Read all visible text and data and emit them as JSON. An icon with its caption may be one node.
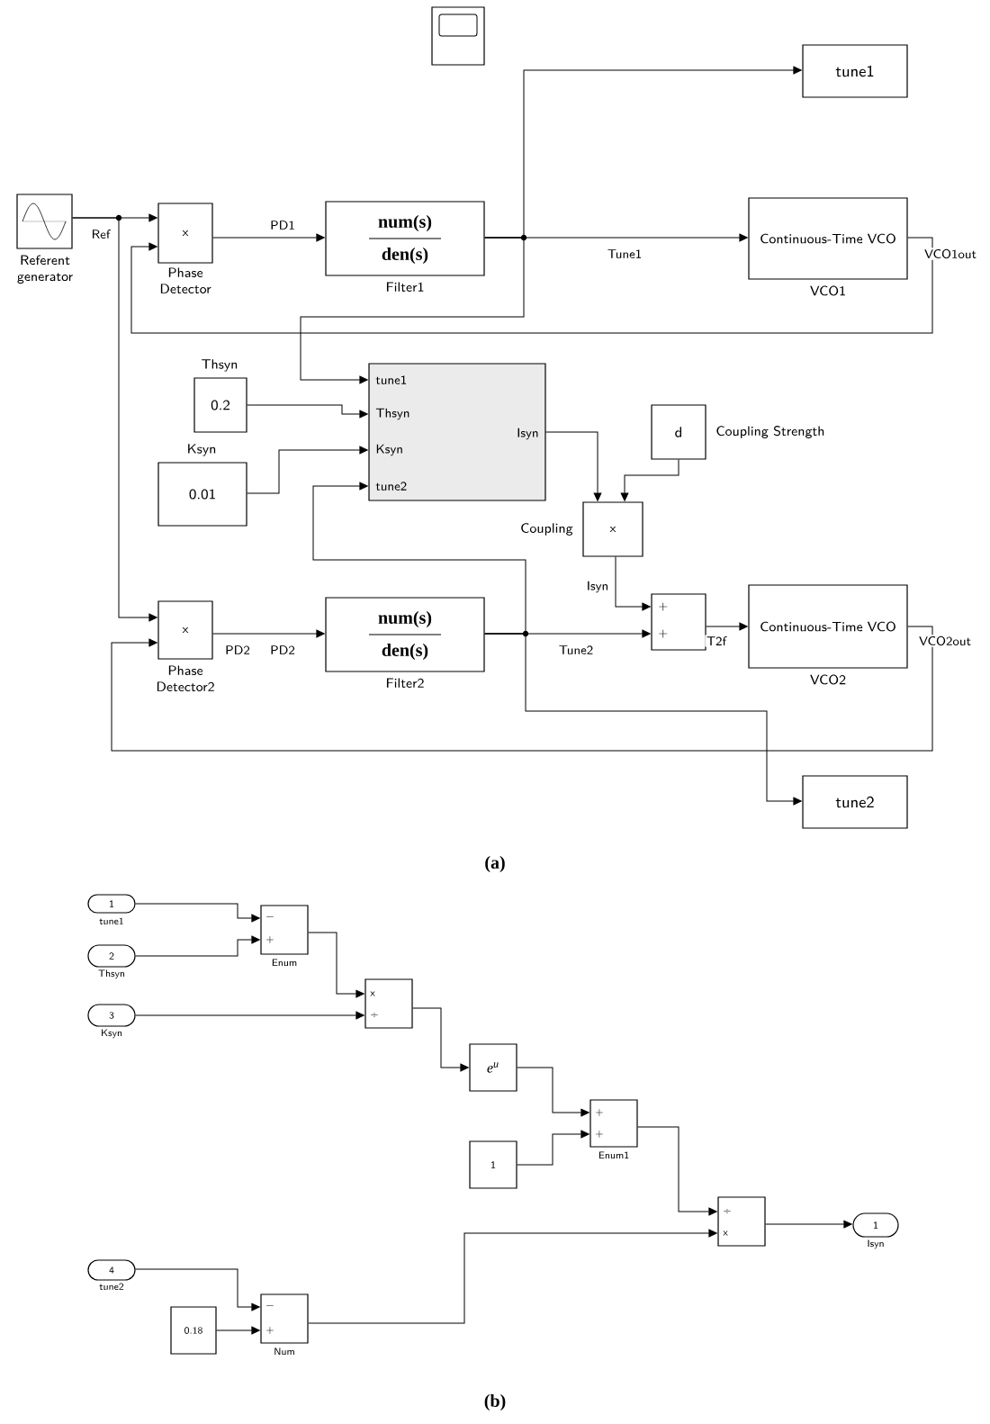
{
  "diagram": {
    "nodes": [
      {
        "text": [],
        "shape": "box"
      },
      {
        "text": [
          "tune1"
        ]
      },
      {
        "text": [
          "Referent generator"
        ]
      },
      {
        "text": [
          "x",
          "Phase Detector"
        ]
      },
      {
        "text": [
          "num(s)",
          "den(s)",
          "Filter1"
        ]
      },
      {
        "text": [
          "Continuous-Time VCO",
          "VCO1"
        ]
      },
      {
        "text": [
          "tune1",
          "Thsyn",
          "Ksyn",
          "tune2",
          "Isyn"
        ]
      },
      {
        "text": [
          "Thsyn",
          "0.2"
        ]
      },
      {
        "text": [
          "Ksyn",
          "0.01"
        ]
      },
      {
        "text": [
          "d",
          "Coupling Strength"
        ]
      },
      {
        "text": [
          "Coupling",
          "x"
        ]
      },
      {
        "text": [
          "x",
          "Phase Detector2"
        ]
      },
      {
        "text": [
          "num(s)",
          "den(s)",
          "Filter2"
        ]
      },
      {
        "text": [
          "+",
          "+"
        ]
      },
      {
        "text": [
          "Continuous-Time VCO",
          "VCO2"
        ]
      },
      {
        "text": [
          "tune2"
        ]
      },
      {
        "text": [
          "1",
          "tune1"
        ]
      },
      {
        "text": [
          "−",
          "+",
          "Enum"
        ]
      },
      {
        "text": [
          "2",
          "Thsyn"
        ]
      },
      {
        "text": [
          "x",
          "÷"
        ]
      },
      {
        "text": [
          "3",
          "Ksyn"
        ]
      },
      {
        "text": [
          "e$^{u}$"
        ]
      },
      {
        "text": [
          "+",
          "+",
          "Enum1"
        ]
      },
      {
        "text": [
          "1"
        ]
      },
      {
        "text": [
          "÷",
          "x"
        ]
      },
      {
        "text": [
          "1",
          "Isyn"
        ]
      },
      {
        "text": [
          "4",
          "tune2"
        ]
      },
      {
        "text": [
          "0.18"
        ]
      },
      {
        "text": [
          "−",
          "+",
          "Num"
        ]
      }
    ],
    "edges": [
      {
        "from": 2,
        "to": 3,
        "arrow": "to",
        "label": "Ref"
      },
      {
        "from": 2,
        "to": 11,
        "arrow": "to"
      },
      {
        "from": 3,
        "to": 4,
        "arrow": "to",
        "label": "PD1"
      },
      {
        "from": 4,
        "to": 5,
        "arrow": "to",
        "label": "Tune1"
      },
      {
        "from": 4,
        "to": 1,
        "arrow": "to"
      },
      {
        "from": 4,
        "to": 6,
        "arrow": "to"
      },
      {
        "from": 5,
        "to": 3,
        "arrow": "to",
        "label": "VCO1out"
      },
      {
        "from": 7,
        "to": 6,
        "arrow": "to"
      },
      {
        "from": 8,
        "to": 6,
        "arrow": "to"
      },
      {
        "from": 6,
        "to": 10,
        "arrow": "to"
      },
      {
        "from": 9,
        "to": 10,
        "arrow": "to"
      },
      {
        "from": 10,
        "to": 13,
        "arrow": "to",
        "label": "Isyn"
      },
      {
        "from": 11,
        "to": 12,
        "arrow": "to",
        "label": "PD2"
      },
      {
        "from": 12,
        "to": 13,
        "arrow": "to",
        "label": "Tune2"
      },
      {
        "from": 12,
        "to": 6,
        "arrow": "to"
      },
      {
        "from": 12,
        "to": 15,
        "arrow": "to"
      },
      {
        "from": 13,
        "to": 14,
        "arrow": "to",
        "label": "T2f"
      },
      {
        "from": 14,
        "to": 11,
        "arrow": "to",
        "label": "VCO2out"
      },
      {
        "from": 16,
        "to": 17,
        "arrow": "to"
      },
      {
        "from": 18,
        "to": 17,
        "arrow": "to"
      },
      {
        "from": 17,
        "to": 19,
        "arrow": "to"
      },
      {
        "from": 20,
        "to": 19,
        "arrow": "to"
      },
      {
        "from": 19,
        "to": 21,
        "arrow": "to"
      },
      {
        "from": 21,
        "to": 22,
        "arrow": "to"
      },
      {
        "from": 23,
        "to": 22,
        "arrow": "to"
      },
      {
        "from": 22,
        "to": 24,
        "arrow": "to"
      },
      {
        "from": 28,
        "to": 24,
        "arrow": "to"
      },
      {
        "from": 24,
        "to": 25,
        "arrow": "to"
      },
      {
        "from": 26,
        "to": 28,
        "arrow": "to"
      },
      {
        "from": 27,
        "to": 28,
        "arrow": "to"
      }
    ],
    "labels": [
      "PD2",
      "(a)",
      "(b)"
    ]
  }
}
